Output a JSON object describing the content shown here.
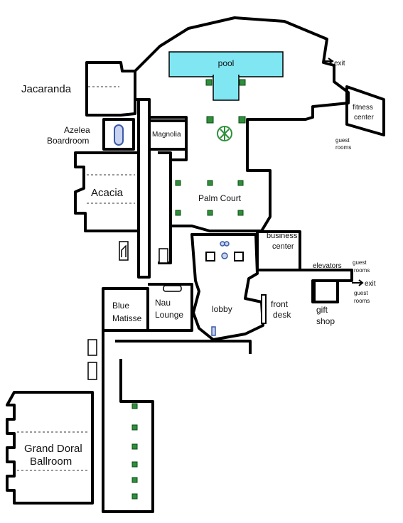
{
  "labels": {
    "pool": "pool",
    "exit_top": "exit",
    "fitness_center": [
      "fitness",
      "center"
    ],
    "guest_rooms_top": [
      "guest",
      "rooms"
    ],
    "jacaranda": "Jacaranda",
    "azelea_boardroom": [
      "Azelea",
      "Boardroom"
    ],
    "magnolia": "Magnolia",
    "acacia": "Acacia",
    "palm_court": "Palm Court",
    "business_center": [
      "business",
      "center"
    ],
    "elevators": "elevators",
    "guest_rooms_mid1": [
      "guest",
      "rooms"
    ],
    "exit_mid": "exit",
    "guest_rooms_mid2": [
      "guest",
      "rooms"
    ],
    "blue_matisse": [
      "Blue",
      "Matisse"
    ],
    "nau_lounge": [
      "Nau",
      "Lounge"
    ],
    "lobby": "lobby",
    "front_desk": [
      "front",
      "desk"
    ],
    "gift_shop": [
      "gift",
      "shop"
    ],
    "grand_doral_ballroom": [
      "Grand Doral",
      "Ballroom"
    ]
  },
  "colors": {
    "pool": "#7fe6f2",
    "plant": "#2f8f3a",
    "wall": "#000000",
    "accent_blue": "#3a5ba8"
  },
  "icons": [
    "restroom-icon",
    "stairs-icon",
    "elevator-icon",
    "plant-icon",
    "fountain-icon"
  ]
}
